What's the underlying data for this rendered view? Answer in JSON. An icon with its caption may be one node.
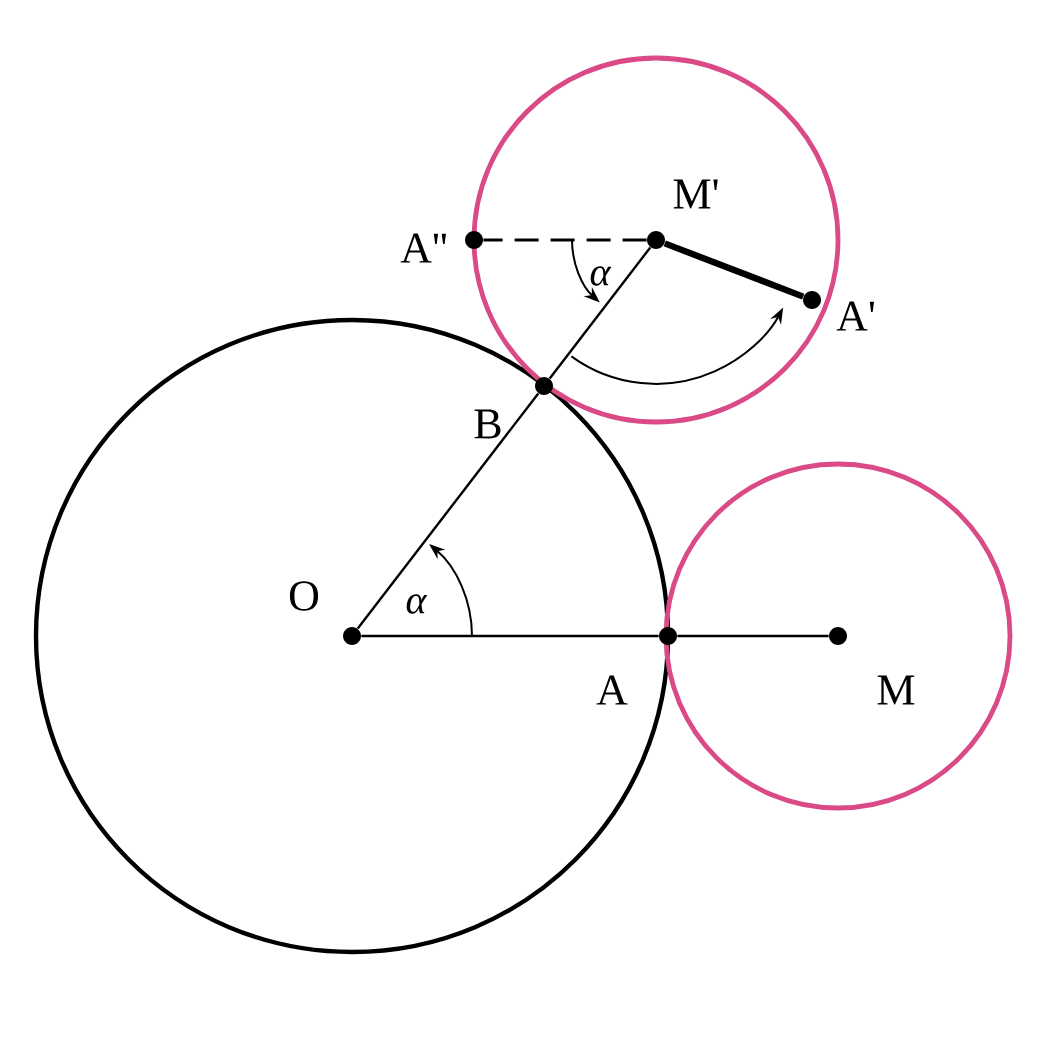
{
  "diagram": {
    "nodes": [
      {
        "text": [],
        "shape": "circle",
        "beside": [
          "O"
        ]
      },
      {
        "text": [],
        "shape": "circle",
        "beside": [
          "A"
        ]
      },
      {
        "text": [],
        "shape": "circle",
        "beside": [
          "M"
        ]
      },
      {
        "text": [],
        "shape": "circle",
        "beside": [
          "B"
        ]
      },
      {
        "text": [],
        "shape": "circle",
        "beside": [
          "M'"
        ]
      },
      {
        "text": [],
        "shape": "circle",
        "beside": [
          "A''"
        ]
      },
      {
        "text": [],
        "shape": "circle",
        "beside": [
          "A'"
        ]
      }
    ],
    "edges": [
      {
        "from": 0,
        "to": 1,
        "arrow": "none"
      },
      {
        "from": 1,
        "to": 2,
        "arrow": "none"
      },
      {
        "from": 0,
        "to": 3,
        "arrow": "none"
      },
      {
        "from": 3,
        "to": 4,
        "arrow": "none"
      },
      {
        "from": 4,
        "to": 5,
        "arrow": "none",
        "style": "dashed"
      },
      {
        "from": 4,
        "to": 6,
        "arrow": "none",
        "style": "thick"
      }
    ],
    "labels": [
      "α",
      "α"
    ]
  }
}
